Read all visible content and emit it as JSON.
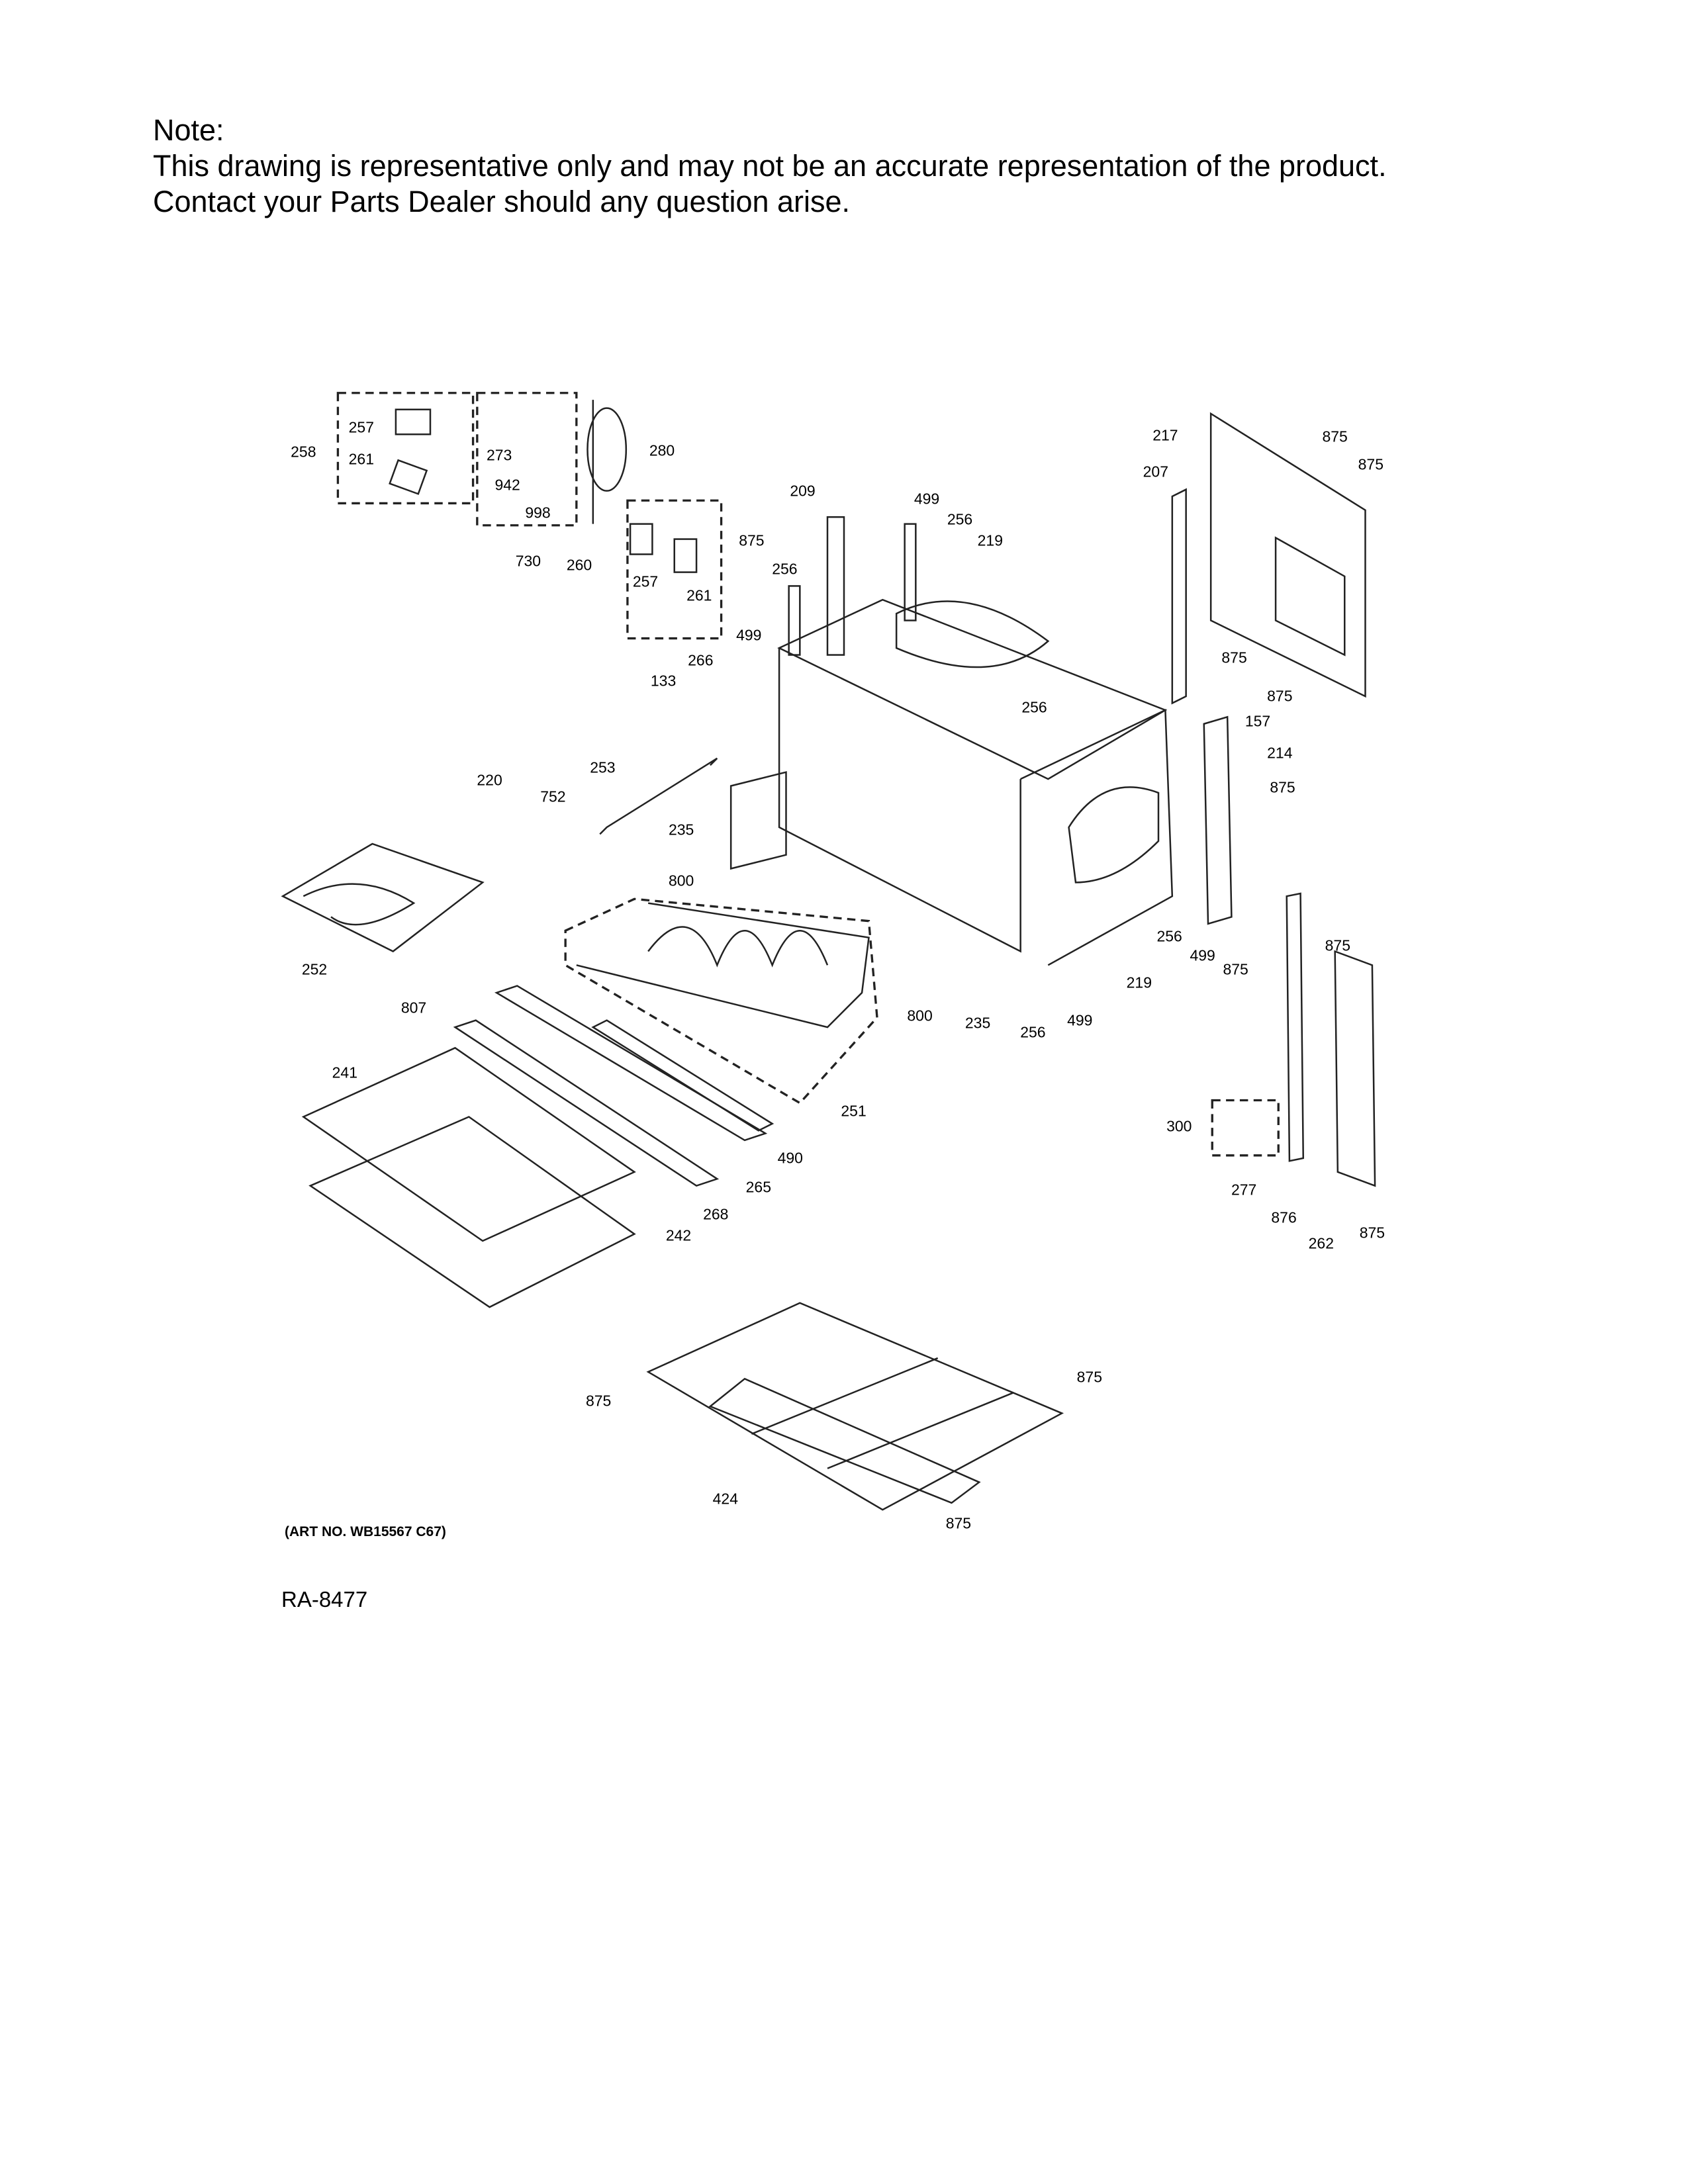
{
  "note": {
    "heading": "Note:",
    "line1": "This drawing is representative only and may not be an accurate representation of the product.",
    "line2": "Contact your Parts Dealer should any question arise."
  },
  "art_number": "(ART NO. WB15567 C67)",
  "drawing_id": "RA-8477",
  "callouts": [
    "258",
    "257",
    "261",
    "273",
    "942",
    "998",
    "730",
    "280",
    "260",
    "257",
    "261",
    "209",
    "875",
    "256",
    "499",
    "499",
    "256",
    "219",
    "266",
    "133",
    "217",
    "207",
    "875",
    "875",
    "875",
    "875",
    "157",
    "256",
    "214",
    "875",
    "220",
    "752",
    "253",
    "235",
    "800",
    "252",
    "807",
    "241",
    "256",
    "499",
    "875",
    "219",
    "875",
    "800",
    "235",
    "256",
    "499",
    "251",
    "490",
    "265",
    "268",
    "242",
    "300",
    "277",
    "876",
    "262",
    "875",
    "875",
    "875",
    "424",
    "875"
  ]
}
